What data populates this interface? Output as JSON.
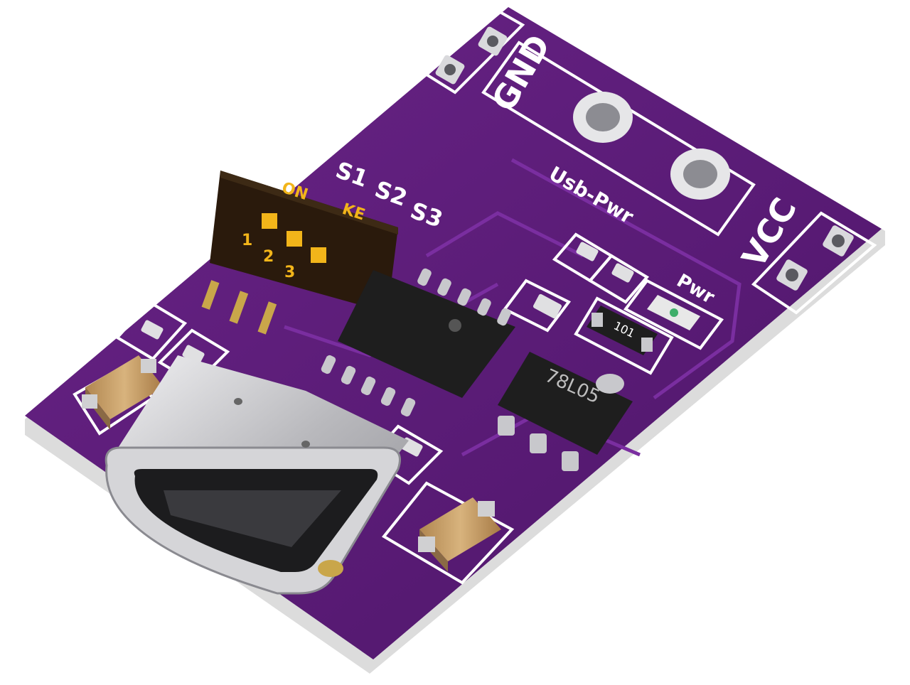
{
  "silkscreen": {
    "gnd": "GND",
    "vcc": "VCC",
    "usb_pwr": "Usb-Pwr",
    "pwr": "Pwr",
    "s1": "S1",
    "s2": "S2",
    "s3": "S3"
  },
  "dip_switch": {
    "on_label": "ON",
    "brand": "KE",
    "pos1": "1",
    "pos2": "2",
    "pos3": "3"
  },
  "regulator": {
    "marking": "78L05"
  },
  "resistor": {
    "marking": "101"
  },
  "colors": {
    "pcb": "#5a1a78",
    "pcb_dark": "#3d0f55",
    "silk": "#ffffff",
    "switch_body": "#2a1a0c",
    "switch_knob": "#f2b51a",
    "metal": "#c9c9cc",
    "capacitor": "#c9a26b"
  }
}
